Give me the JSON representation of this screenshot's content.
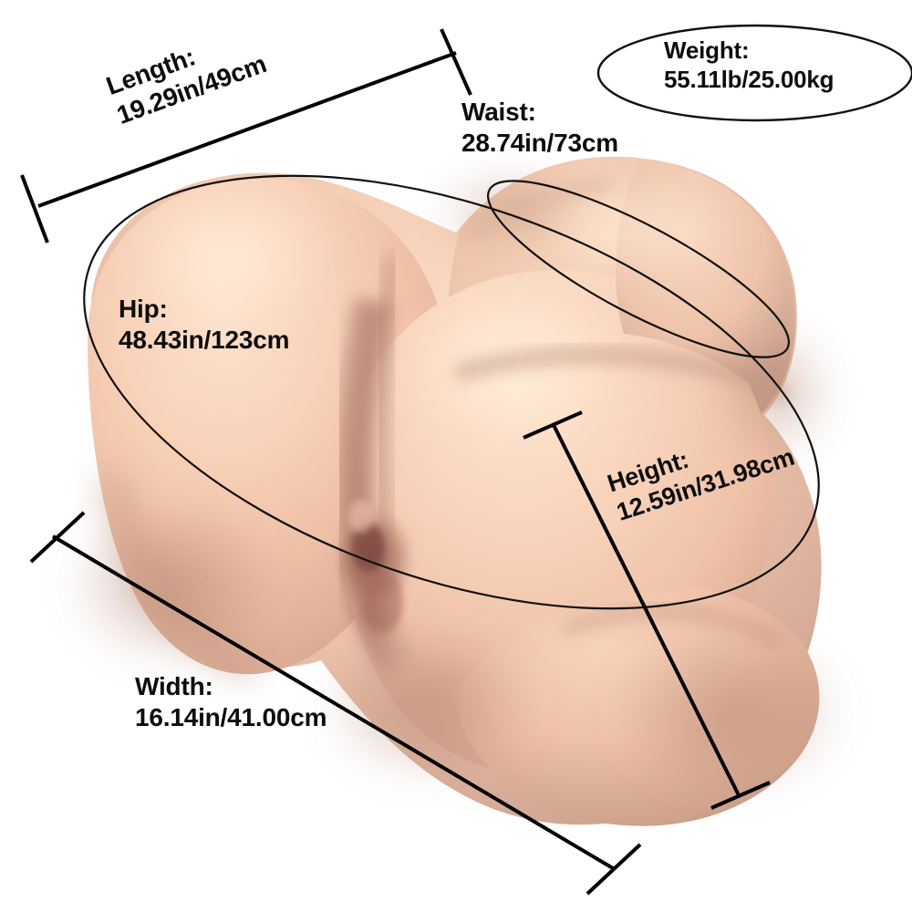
{
  "diagram": {
    "title": "Product dimension specification diagram",
    "background_color": "#ffffff",
    "line_color": "#000000",
    "text_color": "#111111",
    "skin_colors": {
      "highlight": "#fcdcc6",
      "light": "#f6cdb4",
      "mid": "#e7b79e",
      "shadow": "#cfa491",
      "deep_shadow": "#b78876",
      "crease": "#8f5a50"
    }
  },
  "measurements": {
    "length": {
      "name": "Length:",
      "value": "19.29in/49cm",
      "inches": 19.29,
      "cm": 49,
      "rotation_deg": -20
    },
    "waist": {
      "name": "Waist:",
      "value": "28.74in/73cm",
      "inches": 28.74,
      "cm": 73,
      "rotation_deg": 0
    },
    "hip": {
      "name": "Hip:",
      "value": "48.43in/123cm",
      "inches": 48.43,
      "cm": 123,
      "rotation_deg": 0
    },
    "height": {
      "name": "Height:",
      "value": "12.59in/31.98cm",
      "inches": 12.59,
      "cm": 31.98,
      "rotation_deg": -18
    },
    "width": {
      "name": "Width:",
      "value": "16.14in/41.00cm",
      "inches": 16.14,
      "cm": 41.0,
      "rotation_deg": 0
    },
    "weight": {
      "name": "Weight:",
      "value": "55.11lb/25.00kg",
      "pounds": 55.11,
      "kilograms": 25.0
    }
  }
}
